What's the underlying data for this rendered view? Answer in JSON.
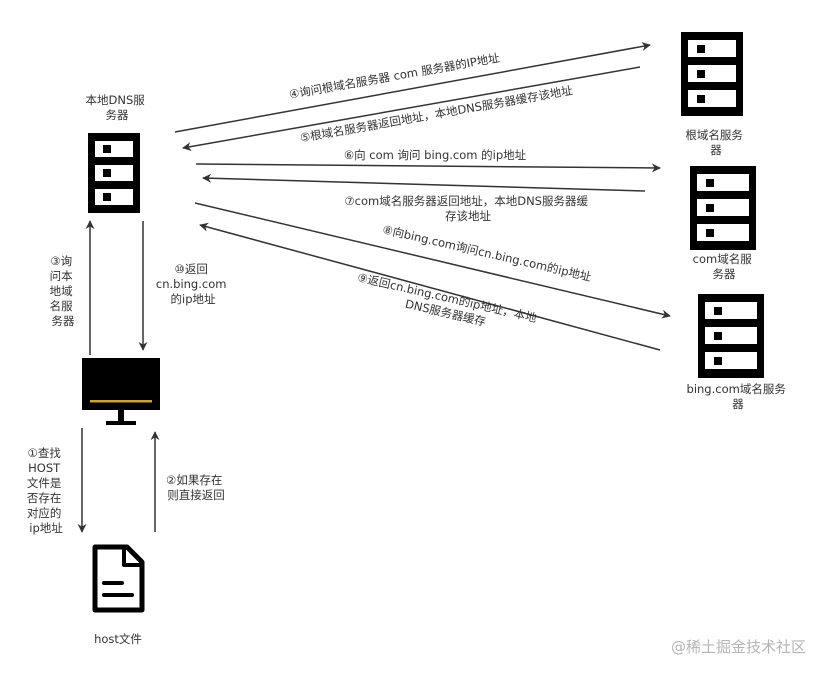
{
  "nodes": {
    "local_dns": [
      "本地DNS服",
      "务器"
    ],
    "root": [
      "根域名服务",
      "器"
    ],
    "com": [
      "com域名服",
      "务器"
    ],
    "bing": [
      "bing.com域名服务",
      "器"
    ],
    "host_file": [
      "host文件"
    ]
  },
  "steps": {
    "s1": [
      "①查找",
      "HOST",
      "文件是",
      "否存在",
      "对应的",
      "ip地址"
    ],
    "s2": [
      "②如果存在",
      "则直接返回"
    ],
    "s3": [
      "③询",
      "问本",
      "地域",
      "名服",
      "务器"
    ],
    "s4": [
      "④询问根域名服务器 com 服务器的IP地址"
    ],
    "s5": [
      "⑤根域名服务器返回地址，本地DNS服务器缓存该地址"
    ],
    "s6": [
      "⑥向 com 询问 bing.com 的ip地址"
    ],
    "s7": [
      "⑦com域名服务器返回地址，本地DNS服务器缓",
      "存该地址"
    ],
    "s8": [
      "⑧向bing.com询问cn.bing.com的ip地址"
    ],
    "s9": [
      "⑨返回cn.bing.com的ip地址，本地",
      "DNS服务器缓存"
    ],
    "s10": [
      "⑩返回",
      "cn.bing.com",
      "的ip地址"
    ]
  },
  "watermark": "@稀土掘金技术社区",
  "colors": {
    "line": "#333333",
    "icon": "#000000",
    "monitor_accent": "#c9a23a",
    "text": "#333333",
    "watermark": "#b5b5b5"
  }
}
